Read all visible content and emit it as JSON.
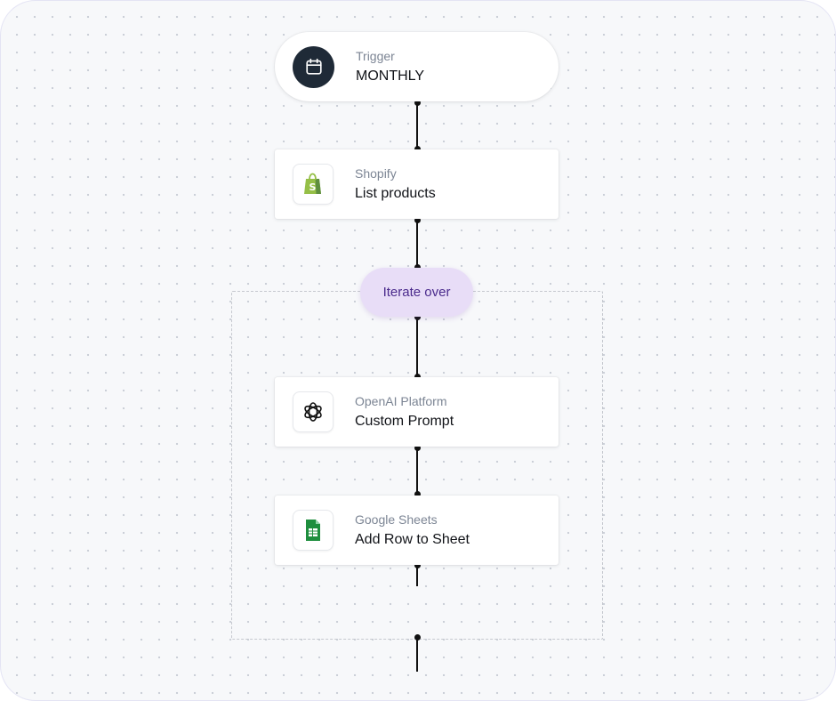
{
  "workflow": {
    "trigger": {
      "label": "Trigger",
      "value": "MONTHLY",
      "icon": "calendar-icon"
    },
    "steps": [
      {
        "app": "Shopify",
        "action": "List products",
        "icon": "shopify-icon",
        "color": "#95bf47"
      },
      {
        "app": "OpenAI Platform",
        "action": "Custom Prompt",
        "icon": "openai-icon",
        "color": "#111111"
      },
      {
        "app": "Google Sheets",
        "action": "Add Row to Sheet",
        "icon": "google-sheets-icon",
        "color": "#1e8e3e"
      }
    ],
    "loop": {
      "label": "Iterate over"
    }
  },
  "colors": {
    "loop_fill": "#e8ddf7",
    "loop_text": "#4a2a8c",
    "trigger_icon_bg": "#1f2a37",
    "connector": "#111111"
  }
}
